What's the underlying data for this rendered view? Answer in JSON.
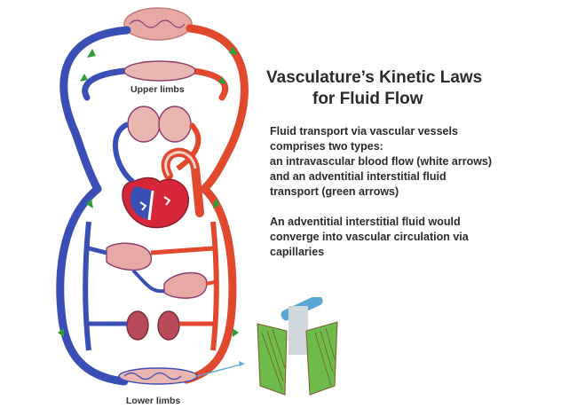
{
  "title": {
    "line1": "Vasculature’s Kinetic Laws",
    "line2": "for Fluid Flow"
  },
  "paragraph1": [
    "Fluid transport via vascular vessels",
    "comprises two types:",
    "an intravascular blood flow (white arrows)",
    "and an adventitial interstitial fluid",
    "transport (green arrows)"
  ],
  "paragraph2": [
    "An adventitial interstitial fluid would",
    "converge into vascular circulation via",
    "capillaries"
  ],
  "labels": {
    "upper_limbs": "Upper limbs",
    "lower_limbs": "Lower limbs"
  },
  "colors": {
    "vein": "#3a4fb5",
    "artery": "#e0492e",
    "interstitial_arrow": "#2e9e3a",
    "capillary_bed": "#e9b7b0",
    "heart": "#d6273a"
  }
}
